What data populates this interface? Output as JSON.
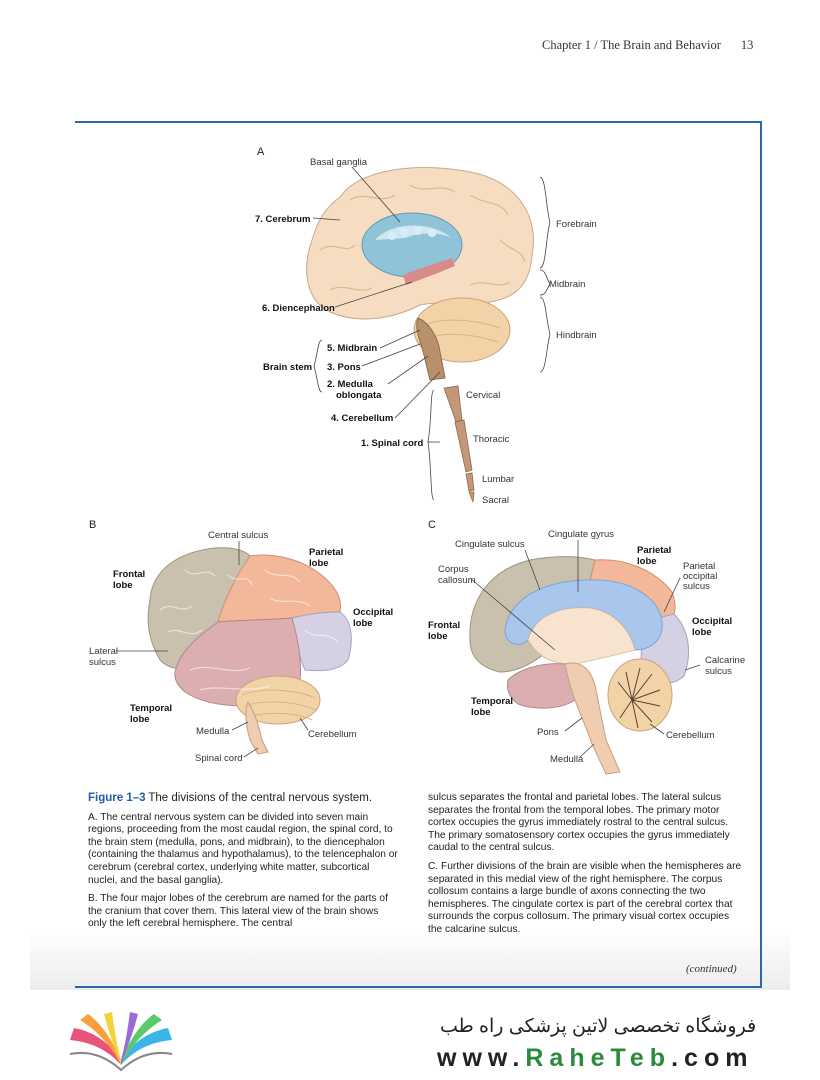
{
  "header": {
    "chapter": "Chapter 1 / The Brain and Behavior",
    "page_number": "13"
  },
  "panel_a": {
    "letter": "A",
    "labels": {
      "basal_ganglia": "Basal ganglia",
      "cerebrum": "7. Cerebrum",
      "diencephalon": "6. Diencephalon",
      "midbrain": "5. Midbrain",
      "pons": "3. Pons",
      "medulla_1": "2. Medulla",
      "medulla_2": "oblongata",
      "brain_stem": "Brain stem",
      "cerebellum": "4. Cerebellum",
      "spinal_cord": "1. Spinal cord",
      "forebrain": "Forebrain",
      "midbrain_r": "Midbrain",
      "hindbrain": "Hindbrain",
      "cervical": "Cervical",
      "thoracic": "Thoracic",
      "lumbar": "Lumbar",
      "sacral": "Sacral"
    }
  },
  "panel_b": {
    "letter": "B",
    "labels": {
      "central_sulcus": "Central sulcus",
      "parietal_1": "Parietal",
      "parietal_2": "lobe",
      "frontal_1": "Frontal",
      "frontal_2": "lobe",
      "occipital_1": "Occipital",
      "occipital_2": "lobe",
      "lateral_1": "Lateral",
      "lateral_2": "sulcus",
      "temporal_1": "Temporal",
      "temporal_2": "lobe",
      "medulla": "Medulla",
      "cerebellum": "Cerebellum",
      "spinal_cord": "Spinal cord"
    }
  },
  "panel_c": {
    "letter": "C",
    "labels": {
      "cingulate_sulcus": "Cingulate sulcus",
      "cingulate_gyrus": "Cingulate gyrus",
      "corpus_1": "Corpus",
      "corpus_2": "callosum",
      "parietal_1": "Parietal",
      "parietal_2": "lobe",
      "par_occ_1": "Parietal",
      "par_occ_2": "occipital",
      "par_occ_3": "sulcus",
      "frontal_1": "Frontal",
      "frontal_2": "lobe",
      "occipital_1": "Occipital",
      "occipital_2": "lobe",
      "calcarine_1": "Calcarine",
      "calcarine_2": "sulcus",
      "temporal_1": "Temporal",
      "temporal_2": "lobe",
      "pons": "Pons",
      "cerebellum": "Cerebellum",
      "medulla": "Medulla"
    }
  },
  "caption": {
    "figure_number": "Figure 1–3",
    "figure_title": "The divisions of the central nervous system.",
    "para_a": "A. The central nervous system can be divided into seven main regions, proceeding from the most caudal region, the spinal cord, to the brain stem (medulla, pons, and midbrain), to the diencephalon (containing the thalamus and hypothalamus), to the telencephalon or cerebrum (cerebral cortex, underlying white matter, subcortical nuclei, and the basal ganglia).",
    "para_b": "B. The four major lobes of the cerebrum are named for the parts of the cranium that cover them. This lateral view of the brain shows only the left cerebral hemisphere. The central",
    "para_b_cont": "sulcus separates the frontal and parietal lobes. The lateral sulcus separates the frontal from the temporal lobes. The primary motor cortex occupies the gyrus immediately rostral to the central sulcus. The primary somatosensory cortex occupies the gyrus immediately caudal to the central sulcus.",
    "para_c": "C. Further divisions of the brain are visible when the hemispheres are separated in this medial view of the right hemisphere. The corpus collosum contains a large bundle of axons connecting the two hemispheres. The cingulate cortex is part of the cerebral cortex that surrounds the corpus collosum. The primary visual cortex occupies the calcarine sulcus.",
    "continued": "(continued)"
  },
  "footer": {
    "store_name": "فروشگاه تخصصی لاتین پزشکی راه طب",
    "url_prefix": "www.",
    "url_brand": "RaheTeb",
    "url_suffix": ".com"
  },
  "colors": {
    "frame_blue": "#2b67ad",
    "cerebrum": "#f6dcc0",
    "frontal": "#c9c0ad",
    "parietal": "#f3b79a",
    "occipital": "#d5d0e3",
    "temporal": "#dcaeb0",
    "cerebellum": "#f2d3a8",
    "brainstem": "#b9906a",
    "basal_ganglia": "#8fc3d8",
    "corpus_callosum": "#a9c6ec"
  }
}
